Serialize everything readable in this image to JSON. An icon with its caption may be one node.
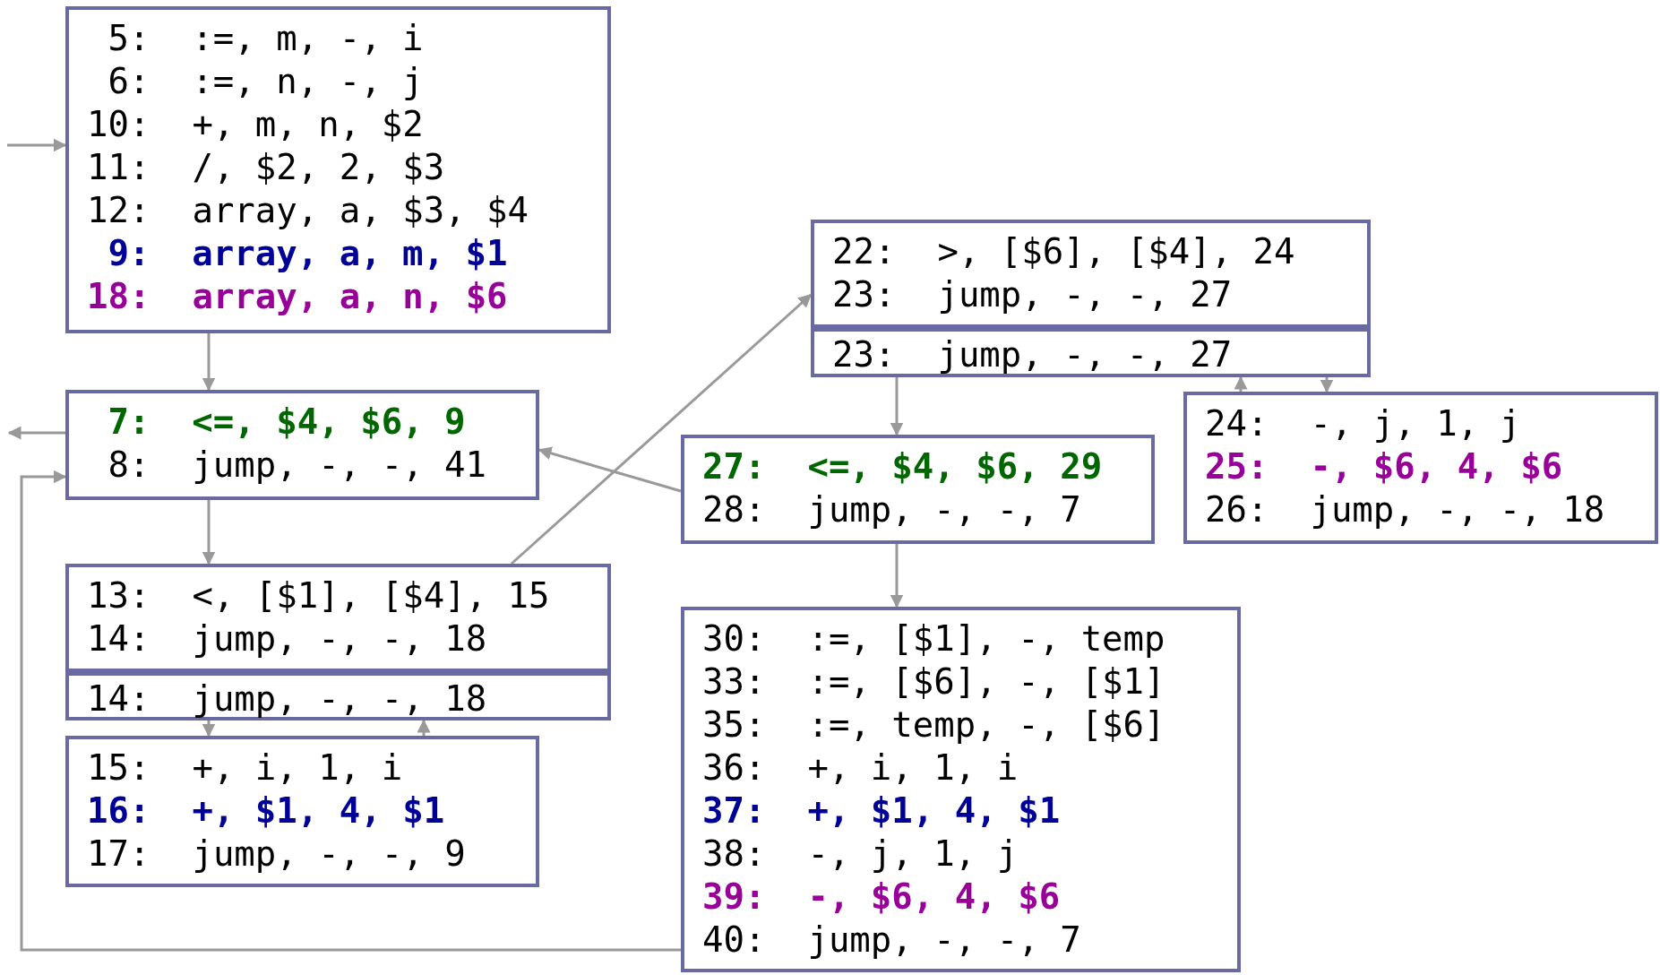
{
  "diagram": {
    "nodes": [
      {
        "text": [
          "5:  :=, m, -, i",
          "6:  :=, n, -, j",
          "10:  +, m, n, $2",
          "11:  /, $2, 2, $3",
          "12:  array, a, $3, $4",
          "9:  array, a, m, $1",
          "18:  array, a, n, $6"
        ]
      },
      {
        "text": [
          "7:  <=, $4, $6, 9",
          "8:  jump, -, -, 41"
        ]
      },
      {
        "text": [
          "13:  <, [$1], [$4], 15",
          "14:  jump, -, -, 18"
        ]
      },
      {
        "text": [
          "14:  jump, -, -, 18"
        ]
      },
      {
        "text": [
          "15:  +, i, 1, i",
          "16:  +, $1, 4, $1",
          "17:  jump, -, -, 9"
        ]
      },
      {
        "text": [
          "22:  >, [$6], [$4], 24",
          "23:  jump, -, -, 27"
        ]
      },
      {
        "text": [
          "23:  jump, -, -, 27"
        ]
      },
      {
        "text": [
          "27:  <=, $4, $6, 29",
          "28:  jump, -, -, 7"
        ]
      },
      {
        "text": [
          "24:  -, j, 1, j",
          "25:  -, $6, 4, $6",
          "26:  jump, -, -, 18"
        ]
      },
      {
        "text": [
          "30:  :=, [$1], -, temp",
          "33:  :=, [$6], -, [$1]",
          "35:  :=, temp, -, [$6]",
          "36:  +, i, 1, i",
          "37:  +, $1, 4, $1",
          "38:  -, j, 1, j",
          "39:  -, $6, 4, $6",
          "40:  jump, -, -, 7"
        ]
      }
    ],
    "edges": [
      {
        "from": null,
        "to": 0,
        "arrow": "to"
      },
      {
        "from": 0,
        "to": 1,
        "arrow": "to"
      },
      {
        "from": 1,
        "to": null,
        "arrow": "to"
      },
      {
        "from": 1,
        "to": 2,
        "arrow": "to"
      },
      {
        "from": 3,
        "to": 4,
        "arrow": "to"
      },
      {
        "from": 4,
        "to": 3,
        "arrow": "to"
      },
      {
        "from": 2,
        "to": 5,
        "arrow": "to"
      },
      {
        "from": 7,
        "to": 1,
        "arrow": "to"
      },
      {
        "from": 6,
        "to": 7,
        "arrow": "to"
      },
      {
        "from": 8,
        "to": 6,
        "arrow": "to"
      },
      {
        "from": 6,
        "to": 8,
        "arrow": "to"
      },
      {
        "from": 7,
        "to": 9,
        "arrow": "to"
      },
      {
        "from": 9,
        "to": 1,
        "arrow": "to"
      }
    ]
  }
}
